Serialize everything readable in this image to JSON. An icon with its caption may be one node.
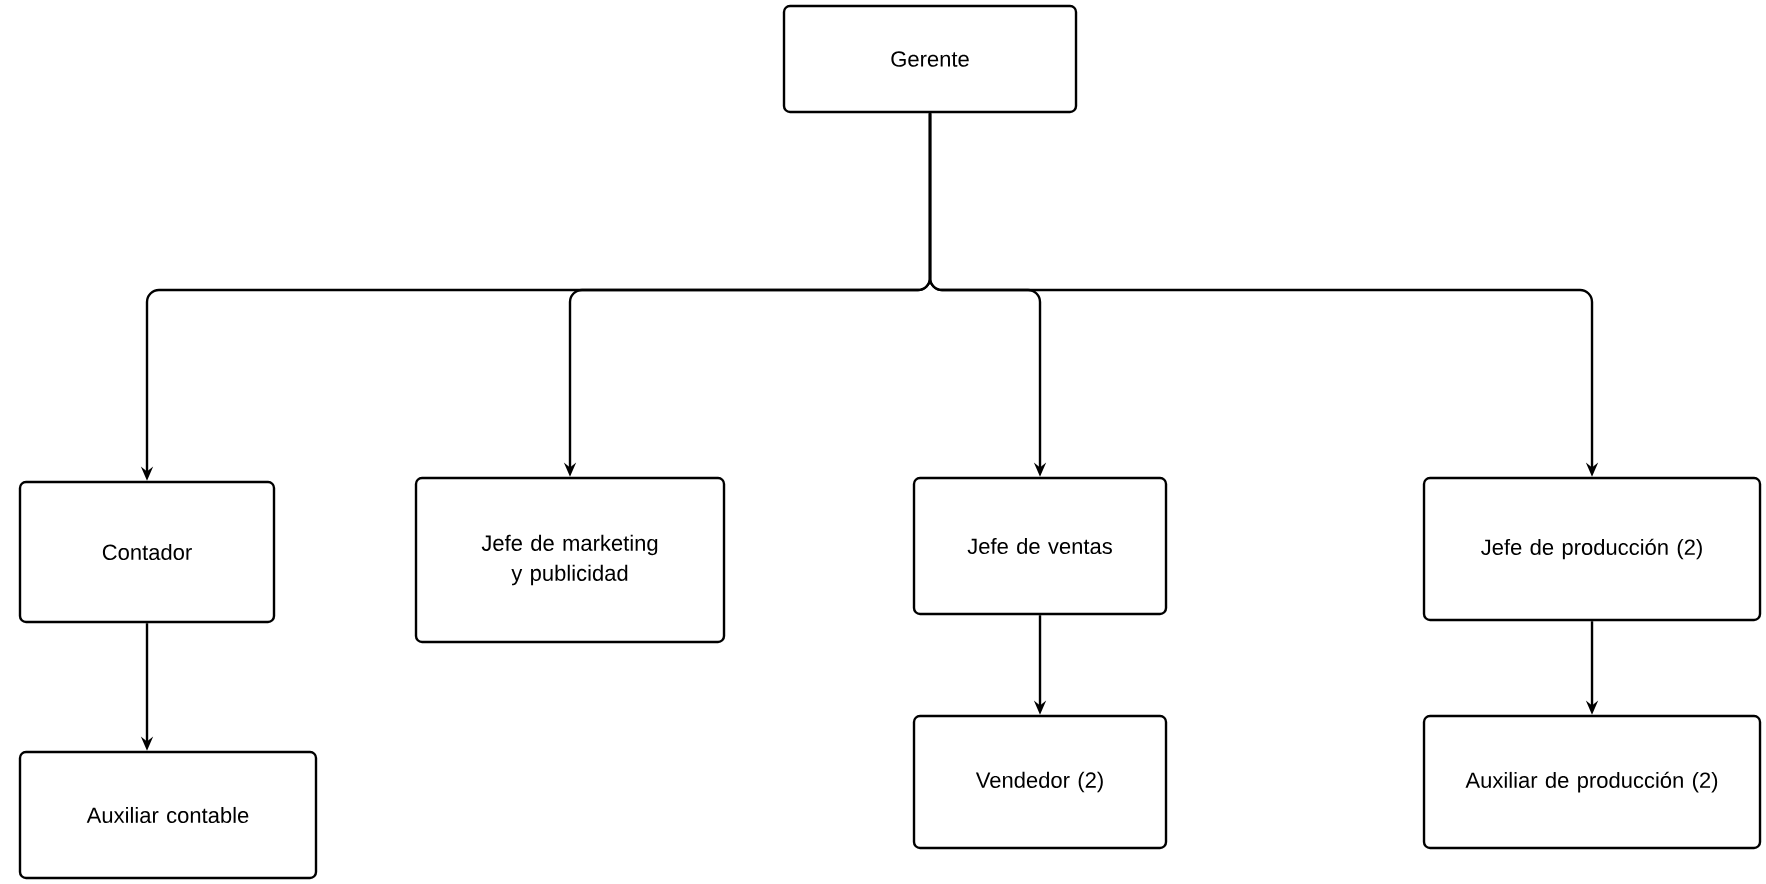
{
  "diagram": {
    "nodes": [
      {
        "text": [
          "Gerente"
        ]
      },
      {
        "text": [
          "Contador"
        ]
      },
      {
        "text": [
          "Jefe de marketing y publicidad"
        ]
      },
      {
        "text": [
          "Jefe de ventas"
        ]
      },
      {
        "text": [
          "Jefe de producción (2)"
        ]
      },
      {
        "text": [
          "Auxiliar contable"
        ]
      },
      {
        "text": [
          "Vendedor (2)"
        ]
      },
      {
        "text": [
          "Auxiliar de producción (2)"
        ]
      }
    ],
    "edges": [
      {
        "from": 0,
        "to": 1,
        "arrow": "to"
      },
      {
        "from": 0,
        "to": 2,
        "arrow": "to"
      },
      {
        "from": 0,
        "to": 3,
        "arrow": "to"
      },
      {
        "from": 0,
        "to": 4,
        "arrow": "to"
      },
      {
        "from": 1,
        "to": 5,
        "arrow": "to"
      },
      {
        "from": 3,
        "to": 6,
        "arrow": "to"
      },
      {
        "from": 4,
        "to": 7,
        "arrow": "to"
      }
    ]
  }
}
